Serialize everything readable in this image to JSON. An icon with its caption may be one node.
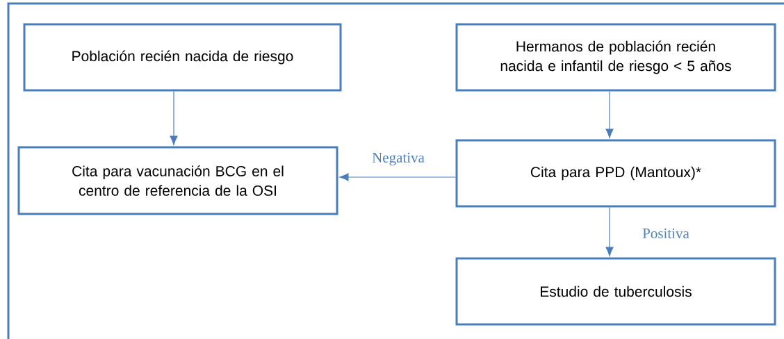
{
  "diagram": {
    "nodes": [
      {
        "text": [
          "Población recién nacida de riesgo"
        ]
      },
      {
        "text": [
          "Hermanos de población recién nacida e infantil de riesgo < 5 años"
        ]
      },
      {
        "text": [
          "Cita para vacunación BCG en el centro de referencia de la OSI"
        ]
      },
      {
        "text": [
          "Cita para PPD (Mantoux)*"
        ]
      },
      {
        "text": [
          "Estudio de tuberculosis"
        ]
      }
    ],
    "edges": [
      {
        "from": 0,
        "to": 2,
        "arrow": "to"
      },
      {
        "from": 1,
        "to": 3,
        "arrow": "to"
      },
      {
        "from": 3,
        "to": 2,
        "arrow": "to",
        "label": "Negativa"
      },
      {
        "from": 3,
        "to": 4,
        "arrow": "to",
        "label": "Positiva"
      }
    ]
  }
}
